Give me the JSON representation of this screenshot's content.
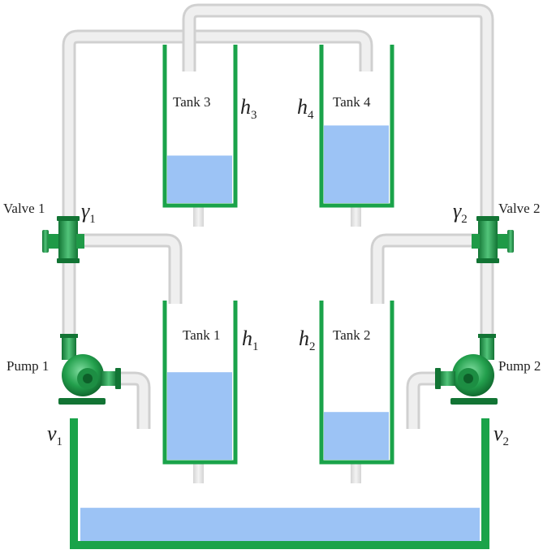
{
  "colors": {
    "pipe": "#e2e2e2",
    "pipe_edge": "#cfcfcf",
    "tank": "#1aa34a",
    "water": "#9cc3f5",
    "device": "#1f9a47",
    "device_dark": "#0f6b2e",
    "device_light": "#6ad08e"
  },
  "tanks": [
    {
      "id": "tank3",
      "label": "Tank 3",
      "var": "h",
      "sub": "3",
      "level": 0.3
    },
    {
      "id": "tank4",
      "label": "Tank 4",
      "var": "h",
      "sub": "4",
      "level": 0.49
    },
    {
      "id": "tank1",
      "label": "Tank 1",
      "var": "h",
      "sub": "1",
      "level": 0.55
    },
    {
      "id": "tank2",
      "label": "Tank 2",
      "var": "h",
      "sub": "2",
      "level": 0.3
    }
  ],
  "valves": [
    {
      "id": "valve1",
      "label": "Valve 1",
      "var": "γ",
      "sub": "1"
    },
    {
      "id": "valve2",
      "label": "Valve 2",
      "var": "γ",
      "sub": "2"
    }
  ],
  "pumps": [
    {
      "id": "pump1",
      "label": "Pump 1",
      "var": "v",
      "sub": "1"
    },
    {
      "id": "pump2",
      "label": "Pump 2",
      "var": "v",
      "sub": "2"
    }
  ],
  "reservoir": {
    "level": 0.72
  }
}
